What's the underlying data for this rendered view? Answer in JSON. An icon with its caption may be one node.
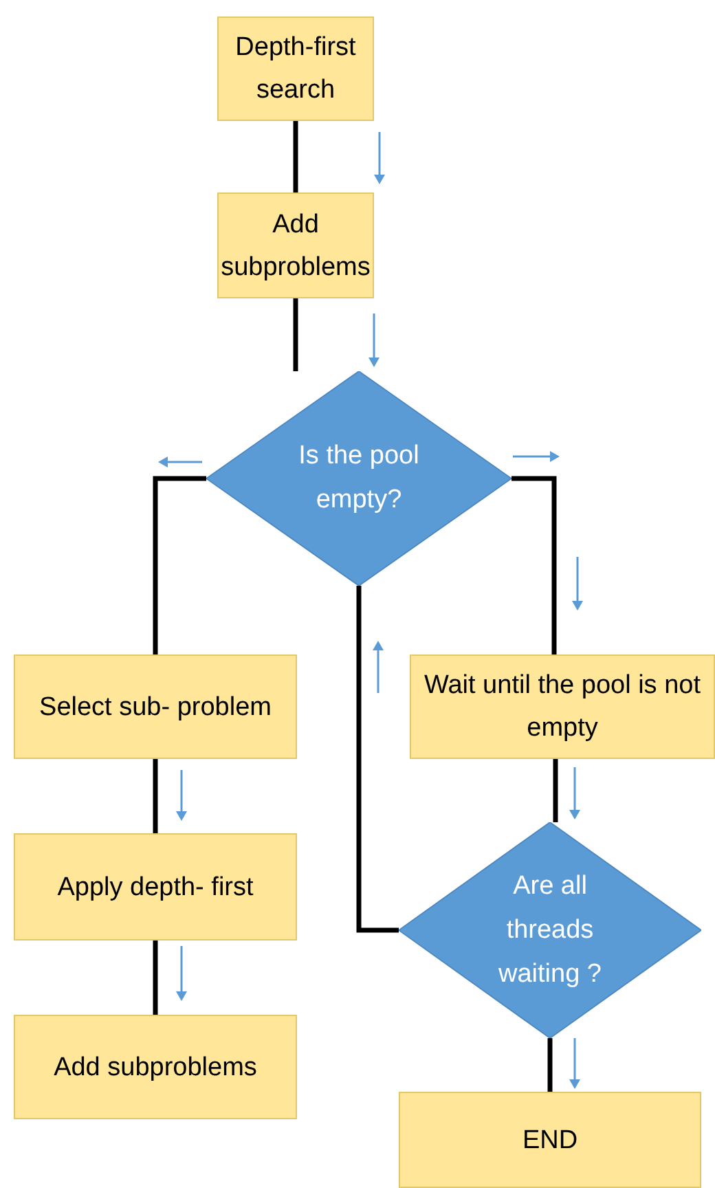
{
  "diagram": {
    "nodes": [
      {
        "text": [
          "Depth-first search"
        ]
      },
      {
        "text": [
          "Add subproblems"
        ]
      },
      {
        "text": [
          "Is the pool empty?"
        ]
      },
      {
        "text": [
          "Select sub- problem"
        ]
      },
      {
        "text": [
          "Wait until the pool is not empty"
        ]
      },
      {
        "text": [
          "Apply depth- first"
        ]
      },
      {
        "text": [
          "Are all threads waiting ?"
        ]
      },
      {
        "text": [
          "Add subproblems"
        ]
      },
      {
        "text": [
          "END"
        ]
      }
    ],
    "edges": [
      {
        "from": 0,
        "to": 1,
        "arrow": "none"
      },
      {
        "from": 1,
        "to": 2,
        "arrow": "none"
      },
      {
        "from": 2,
        "to": 3,
        "arrow": "none"
      },
      {
        "from": 2,
        "to": 4,
        "arrow": "none"
      },
      {
        "from": 3,
        "to": 5,
        "arrow": "none"
      },
      {
        "from": 5,
        "to": 7,
        "arrow": "none"
      },
      {
        "from": 4,
        "to": 6,
        "arrow": "none"
      },
      {
        "from": 6,
        "to": 8,
        "arrow": "none"
      },
      {
        "from": 6,
        "to": 2,
        "arrow": "none"
      }
    ]
  }
}
